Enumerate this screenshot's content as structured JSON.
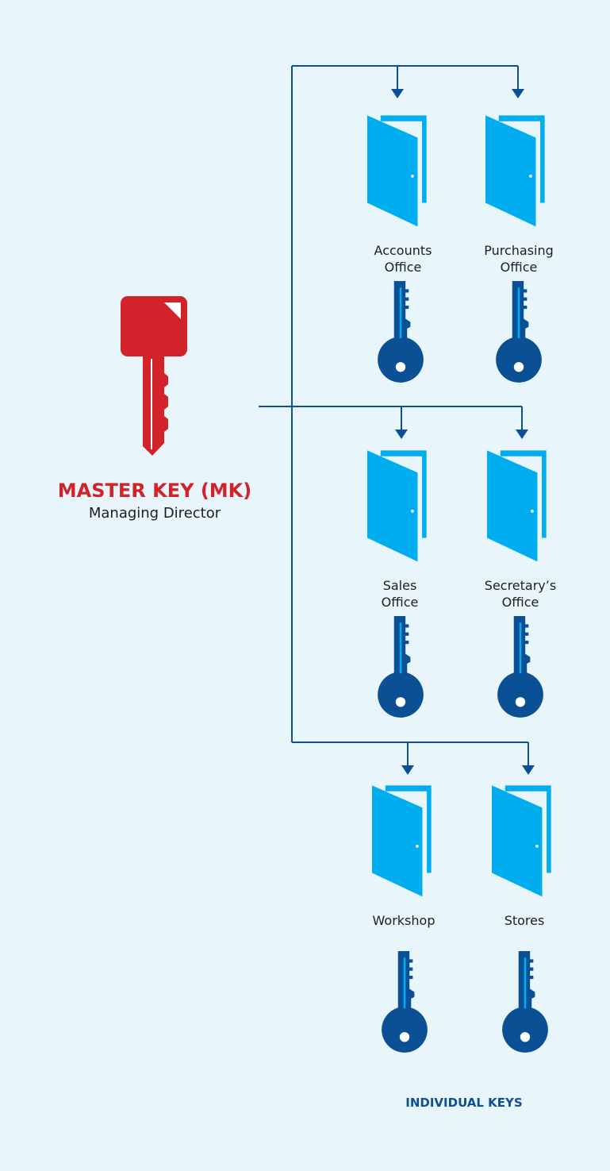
{
  "master_key": {
    "title": "MASTER KEY (MK)",
    "subtitle": "Managing Director"
  },
  "offices": [
    {
      "line1": "Accounts",
      "line2": "Office"
    },
    {
      "line1": "Purchasing",
      "line2": "Office"
    },
    {
      "line1": "Sales",
      "line2": "Office"
    },
    {
      "line1": "Secretary’s",
      "line2": "Office"
    },
    {
      "line1": "Workshop",
      "line2": ""
    },
    {
      "line1": "Stores",
      "line2": ""
    }
  ],
  "footer": {
    "individual_keys": "INDIVIDUAL KEYS"
  },
  "colors": {
    "background": "#e8f6fc",
    "connector": "#0b4f94",
    "door": "#00aeef",
    "individual_key": "#0b4f94",
    "master_key": "#d3232a"
  }
}
